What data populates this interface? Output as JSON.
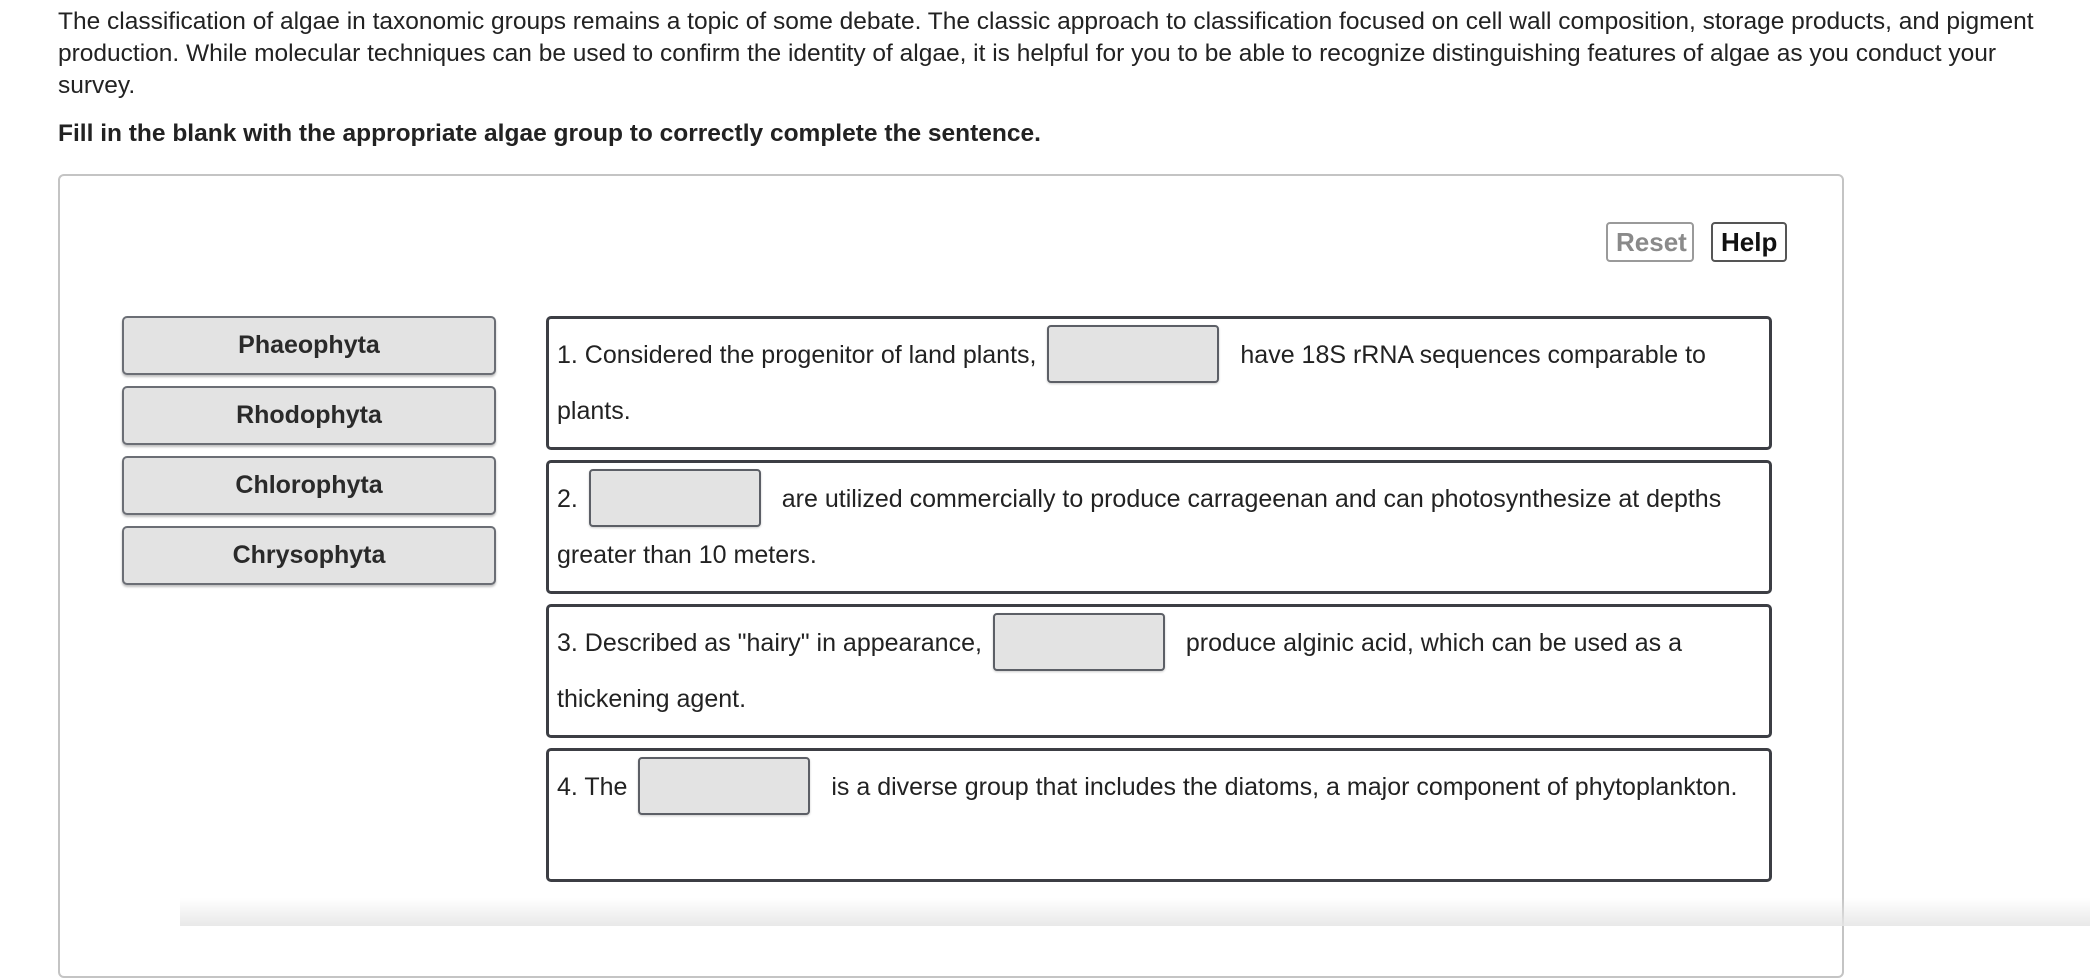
{
  "intro_text": "The classification of algae in taxonomic groups remains a topic of some debate. The classic approach to classification focused on cell wall composition, storage products, and pigment production. While molecular techniques can be used to confirm the identity of algae, it is helpful for you to be able to recognize distinguishing features of algae as you conduct your survey.",
  "instruction": "Fill in the blank with the appropriate algae group to correctly complete the sentence.",
  "toolbar": {
    "reset_label": "Reset",
    "help_label": "Help"
  },
  "choices": [
    "Phaeophyta",
    "Rhodophyta",
    "Chlorophyta",
    "Chrysophyta"
  ],
  "sentences": [
    {
      "before": "1. Considered the progenitor of land plants,",
      "after": "have 18S rRNA sequences comparable to plants."
    },
    {
      "before": "2.",
      "after": "are utilized commercially to produce carrageenan and can photosynthesize at depths greater than 10 meters."
    },
    {
      "before": "3. Described as \"hairy\" in appearance,",
      "after": "produce alginic acid, which can be used as a thickening agent."
    },
    {
      "before": "4. The",
      "after": "is a diverse group that includes the diatoms, a major component of phytoplankton."
    }
  ]
}
